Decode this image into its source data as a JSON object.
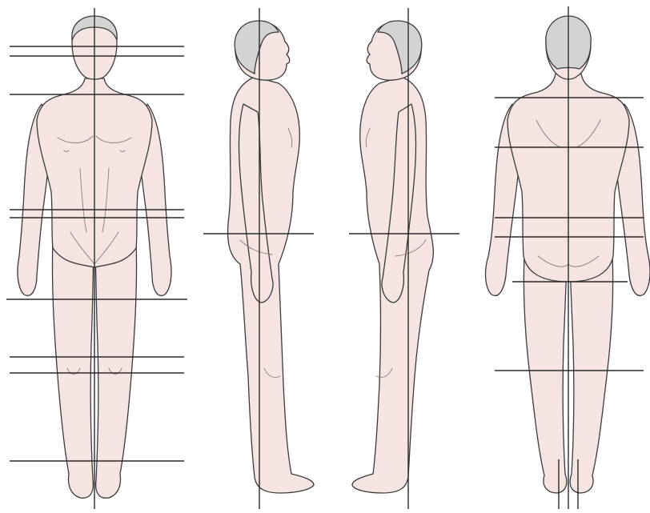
{
  "figure": {
    "views": [
      {
        "name": "anterior-view"
      },
      {
        "name": "right-lateral-view"
      },
      {
        "name": "left-lateral-view"
      },
      {
        "name": "posterior-view"
      }
    ],
    "colors": {
      "background": "#ffffff",
      "skin": "#f6e4e2",
      "hair": "#d3d3d3",
      "outline": "#3a3a3a",
      "detail": "#8a7c7c",
      "reference_line": "#2a2a2a"
    }
  }
}
